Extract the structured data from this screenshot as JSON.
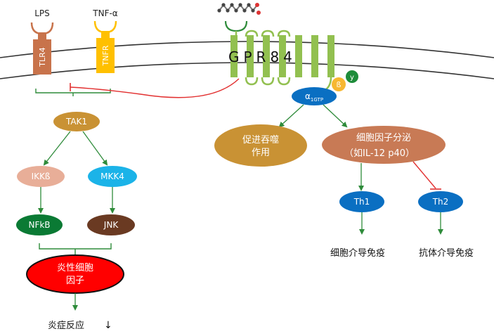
{
  "receptors": {
    "lps": "LPS",
    "tnf": "TNF-α",
    "tlr4": "TLR4",
    "tnfr": "TNFR",
    "gpr84": "GPR84"
  },
  "g_protein": {
    "alpha": "α",
    "alpha_sub": "1GTP",
    "beta": "ß",
    "gamma": "y"
  },
  "nodes": {
    "tak1": "TAK1",
    "ikkb": "IKKß",
    "mkk4": "MKK4",
    "nfkb": "NFkB",
    "jnk": "JNK",
    "inflam_cytokine_line1": "炎性细胞",
    "inflam_cytokine_line2": "因子",
    "phago_line1": "促进吞噬",
    "phago_line2": "作用",
    "cytokine_secretion_line1": "细胞因子分泌",
    "cytokine_secretion_line2": "（如IL-12 p40）",
    "th1": "Th1",
    "th2": "Th2"
  },
  "outcomes": {
    "inflammation": "炎症反应",
    "down_arrow": "↓",
    "cell_immunity": "细胞介导免疫",
    "humoral_immunity": "抗体介导免疫"
  },
  "colors": {
    "membrane": "#333333",
    "tlr4": "#c8734b",
    "tnfr": "#ffc000",
    "gpr84": "#92c050",
    "tak1": "#c99234",
    "ikkb": "#e8ae98",
    "mkk4": "#1bb3e8",
    "nfkb": "#0a7a34",
    "jnk": "#6a3a22",
    "inflam": "#ff0000",
    "alpha": "#0a6fc2",
    "beta": "#f7b731",
    "gamma": "#1e8c3a",
    "phago": "#c99234",
    "secretion": "#c87a55",
    "th": "#0a6fc2",
    "arrow_green": "#2e8b3a",
    "inhibit_red": "#e23030"
  }
}
